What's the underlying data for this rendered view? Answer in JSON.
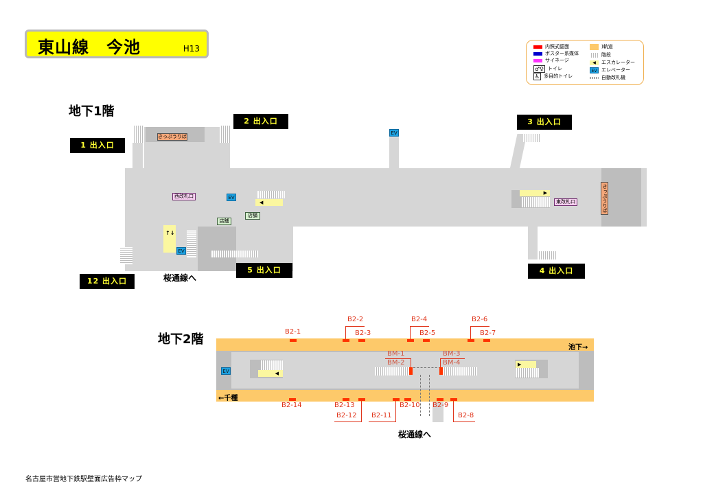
{
  "header": {
    "title": "東山線　今池",
    "station_code": "H13",
    "colors": {
      "title_bg": "#ffff00"
    }
  },
  "legend": {
    "items": [
      {
        "icon": "red-wall-swatch",
        "label": "内照式壁面",
        "color": "#ff0000"
      },
      {
        "icon": "blue-poster-swatch",
        "label": "ポスター系媒体",
        "color": "#0000cc"
      },
      {
        "icon": "magenta-signage-swatch",
        "label": "サイネージ",
        "color": "#ff33ff"
      },
      {
        "icon": "toilet-icon",
        "label": "トイレ"
      },
      {
        "icon": "accessible-toilet-icon",
        "label": "多目的トイレ"
      },
      {
        "icon": "track-swatch",
        "label": ")軌道",
        "color": "#fdc96a"
      },
      {
        "icon": "stairs-swatch",
        "label": "階段"
      },
      {
        "icon": "escalator-swatch",
        "label": "エスカレーター"
      },
      {
        "icon": "elevator-icon",
        "label": "エレベーター",
        "text": "EV"
      },
      {
        "icon": "ticket-gate-swatch",
        "label": "自動改札機"
      }
    ]
  },
  "floor_b1": {
    "title": "地下1階",
    "exits": [
      "1 出入口",
      "2 出入口",
      "3 出入口",
      "4 出入口",
      "5 出入口",
      "12 出入口"
    ],
    "ticket_office_west": "きっぷうりば",
    "ticket_office_east": "きっぷうりば",
    "west_gate": "西改札口",
    "east_gate": "東改札口",
    "shops": [
      "店舗",
      "店舗"
    ],
    "ev": "EV",
    "escalator_arrows": "↑↓",
    "to_sakuradori": "桜通線へ"
  },
  "floor_b2": {
    "title": "地下2階",
    "ev": "EV",
    "dir_east": "池下→",
    "dir_west": "←千種",
    "to_sakuradori": "桜通線へ",
    "ads_top": [
      "B2-1",
      "B2-2",
      "B2-3",
      "B2-4",
      "B2-5",
      "B2-6",
      "B2-7"
    ],
    "ads_bottom": [
      "B2-14",
      "B2-13",
      "B2-12",
      "B2-11",
      "B2-10",
      "B2-9",
      "B2-8"
    ],
    "ads_mid": [
      "BM-1",
      "BM-2",
      "BM-3",
      "BM-4"
    ]
  },
  "footer": {
    "text": "名古屋市営地下鉄駅壁面広告枠マップ"
  }
}
